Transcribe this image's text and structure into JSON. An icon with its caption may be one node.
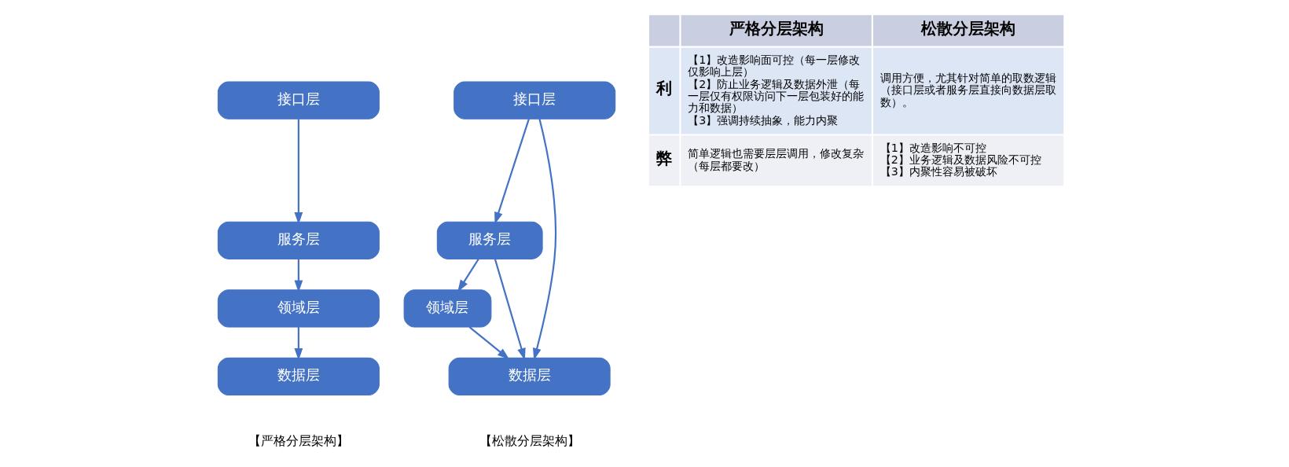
{
  "diagram": {
    "nodes": [
      {
        "text": [
          "接口层"
        ]
      },
      {
        "text": [
          "服务层"
        ]
      },
      {
        "text": [
          "领域层"
        ]
      },
      {
        "text": [
          "数据层"
        ]
      },
      {
        "text": [
          "接口层"
        ]
      },
      {
        "text": [
          "服务层"
        ]
      },
      {
        "text": [
          "领域层"
        ]
      },
      {
        "text": [
          "数据层"
        ]
      }
    ],
    "edges": [
      {
        "from": 0,
        "to": 1,
        "arrow": "to"
      },
      {
        "from": 1,
        "to": 2,
        "arrow": "to"
      },
      {
        "from": 2,
        "to": 3,
        "arrow": "to"
      },
      {
        "from": 4,
        "to": 5,
        "arrow": "to"
      },
      {
        "from": 4,
        "to": 7,
        "arrow": "to"
      },
      {
        "from": 5,
        "to": 6,
        "arrow": "to"
      },
      {
        "from": 5,
        "to": 7,
        "arrow": "to"
      },
      {
        "from": 6,
        "to": 7,
        "arrow": "to"
      }
    ],
    "labels": [
      "【严格分层架构】",
      "【松散分层架构】",
      "严格分层架构",
      "松散分层架构",
      "利",
      "【1】改造影响面可控（每一层修改仅影响上层）",
      "【2】防止业务逻辑及数据外泄（每一层仅有权限访问下一层包装好的能力和数据）",
      "【3】强调持续抽象，能力内聚",
      "调用方便，尤其针对简单的取数逻辑（接口层或者服务层直接向数据层取数）。",
      "弊",
      "简单逻辑也需要层层调用，修改复杂（每层都要改）",
      "【1】改造影响不可控",
      "【2】业务逻辑及数据风险不可控",
      "【3】内聚性容易被破坏"
    ]
  }
}
